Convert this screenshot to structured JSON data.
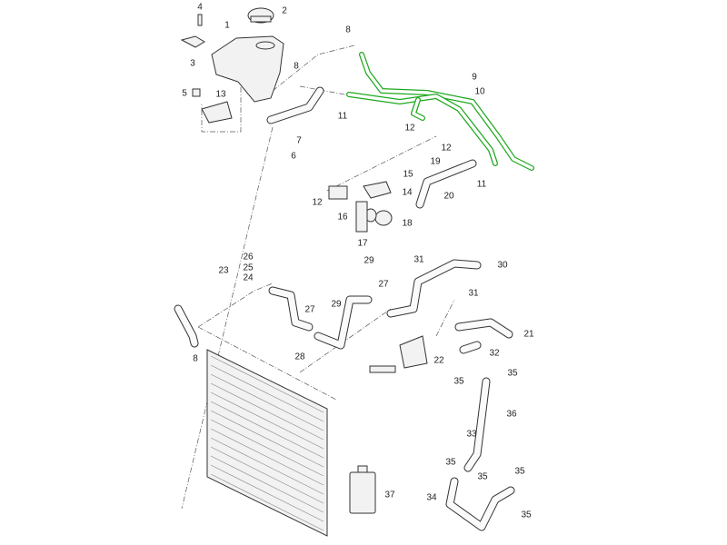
{
  "diagram": {
    "highlight_color": "#1fa81f",
    "highlighted_part": "9",
    "callouts": [
      "4",
      "2",
      "1",
      "3",
      "8",
      "8",
      "5",
      "13",
      "11",
      "9",
      "10",
      "12",
      "12",
      "7",
      "6",
      "19",
      "15",
      "14",
      "11",
      "20",
      "12",
      "16",
      "18",
      "17",
      "26",
      "25",
      "23",
      "24",
      "29",
      "27",
      "31",
      "30",
      "31",
      "27",
      "29",
      "28",
      "21",
      "22",
      "32",
      "35",
      "35",
      "36",
      "33",
      "35",
      "35",
      "37",
      "35",
      "34",
      "35",
      "8"
    ]
  }
}
